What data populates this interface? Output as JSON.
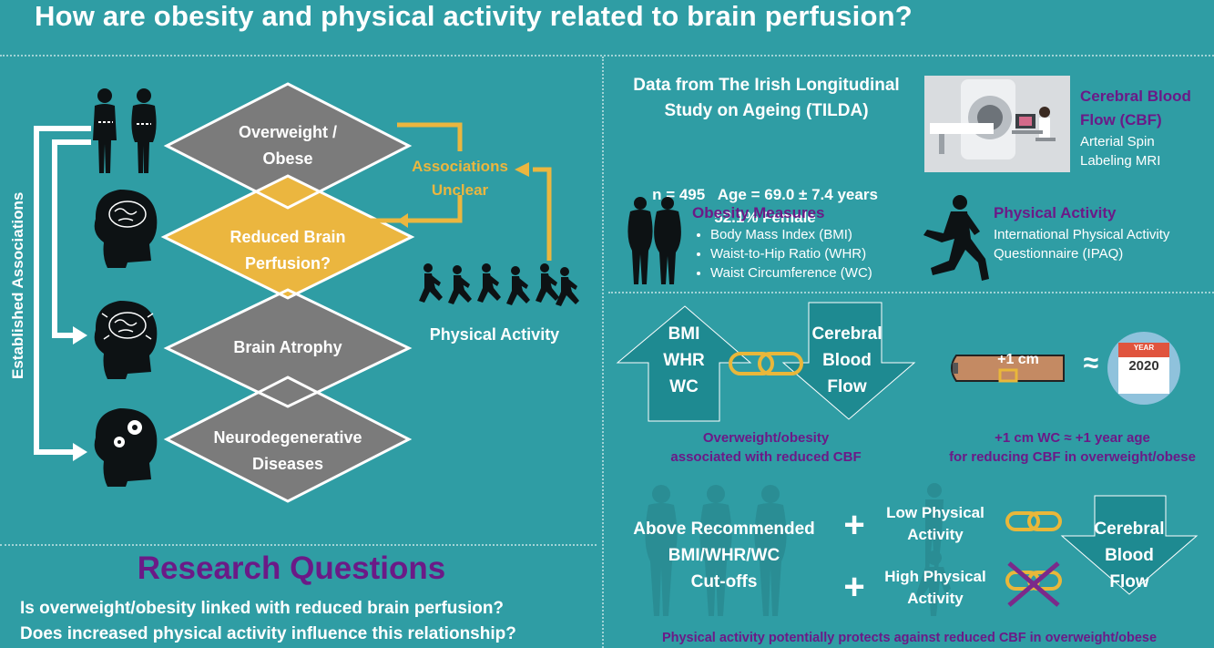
{
  "title": "How are obesity and physical activity related to brain perfusion?",
  "left": {
    "vertical_label": "Established Associations",
    "diamonds": [
      {
        "label_lines": [
          "Overweight /",
          "Obese"
        ]
      },
      {
        "label_lines": [
          "Reduced Brain",
          "Perfusion?"
        ]
      },
      {
        "label_lines": [
          "Brain Atrophy"
        ]
      },
      {
        "label_lines": [
          "Neurodegenerative",
          "Diseases"
        ]
      }
    ],
    "associations_unclear": [
      "Associations",
      "Unclear"
    ],
    "physical_activity_label": "Physical Activity",
    "research_heading": "Research Questions",
    "questions": [
      "Is overweight/obesity linked with reduced brain perfusion?",
      "Does increased physical activity influence this relationship?"
    ]
  },
  "study": {
    "source_lines": [
      "Data from The Irish Longitudinal",
      "Study on Ageing (TILDA)"
    ],
    "stats_line": "n = 495   Age = 69.0 ± 7.4 years",
    "female_line": "52.1% Female",
    "cbf_title_lines": [
      "Cerebral Blood",
      "Flow (CBF)"
    ],
    "cbf_sub_lines": [
      "Arterial Spin",
      "Labeling MRI"
    ],
    "mri_year": "",
    "obesity_title": "Obesity Measures",
    "obesity_items": [
      "Body Mass Index (BMI)",
      "Waist-to-Hip Ratio (WHR)",
      "Waist Circumference (WC)"
    ],
    "pa_title": "Physical Activity",
    "pa_sub_lines": [
      "International Physical Activity",
      "Questionnaire (IPAQ)"
    ]
  },
  "findings": {
    "up_arrow_lines": [
      "BMI",
      "WHR",
      "WC"
    ],
    "down_arrow_lines": [
      "Cerebral",
      "Blood",
      "Flow"
    ],
    "finding1_lines": [
      "Overweight/obesity",
      "associated with reduced CBF"
    ],
    "belt_label": "+1 cm",
    "approx": "≈",
    "calendar_month": "YEAR",
    "calendar_year": "2020",
    "finding2_lines": [
      "+1 cm WC ≈ +1 year age",
      "for reducing CBF in overweight/obese"
    ],
    "above_lines": [
      "Above Recommended",
      "BMI/WHR/WC",
      "Cut-offs"
    ],
    "plus": "+",
    "low_pa_lines": [
      "Low Physical",
      "Activity"
    ],
    "high_pa_lines": [
      "High Physical",
      "Activity"
    ],
    "down2_lines": [
      "Cerebral",
      "Blood",
      "Flow"
    ],
    "conclusion": "Physical activity potentially protects against reduced CBF in overweight/obese"
  },
  "colors": {
    "background": "#2f9da4",
    "diamond_gray": "#7b7b7b",
    "diamond_yellow": "#ebb63f",
    "arrow_teal": "#1e8a91",
    "purple": "#6b1a87",
    "yellow_link": "#e9b73a"
  }
}
